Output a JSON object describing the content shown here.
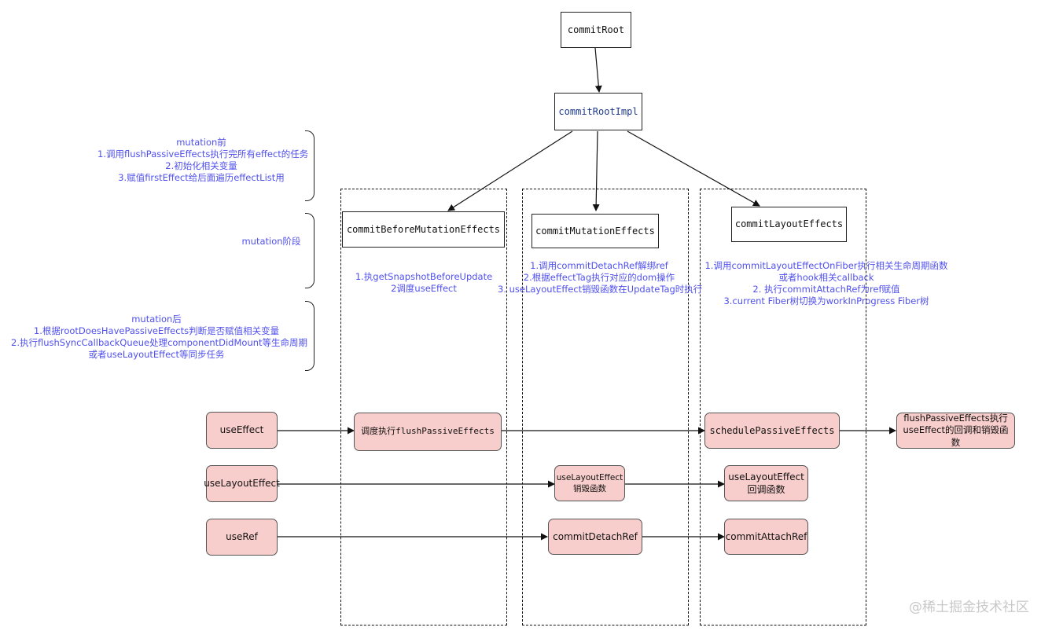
{
  "diagram": {
    "nodes": {
      "commit_root": "commitRoot",
      "commit_root_impl": "commitRootImpl",
      "before_mutation": "commitBeforeMutationEffects",
      "mutation": "commitMutationEffects",
      "layout": "commitLayoutEffects",
      "use_effect": "useEffect",
      "use_layout_effect": "useLayoutEffect",
      "use_ref": "useRef",
      "schedule_flush": "调度执行flushPassiveEffects",
      "schedule_passive": "schedulePassiveEffects",
      "flush_passive_result": "flushPassiveEffects执行useEffect的回调和销毁函数",
      "layout_destroy": "useLayoutEffect销毁函数",
      "layout_callback": "useLayoutEffect回调函数",
      "commit_detach_ref": "commitDetachRef",
      "commit_attach_ref": "commitAttachRef"
    },
    "phase_notes": {
      "before": [
        "mutation前",
        "1.调用flushPassiveEffects执行完所有effect的任务",
        "2.初始化相关变量",
        "3.赋值firstEffect给后面遍历effectList用"
      ],
      "during": [
        "mutation阶段"
      ],
      "after": [
        "mutation后",
        "1.根据rootDoesHavePassiveEffects判断是否赋值相关变量",
        "2.执行flushSyncCallbackQueue处理componentDidMount等生命周期",
        "或者useLayoutEffect等同步任务"
      ]
    },
    "column_notes": {
      "before_mutation": [
        "1.执getSnapshotBeforeUpdate",
        "2调度useEffect"
      ],
      "mutation": [
        "1.调用commitDetachRef解绑ref",
        "2.根据effectTag执行对应的dom操作",
        "3. useLayoutEffect销毁函数在UpdateTag时执行"
      ],
      "layout": [
        "1.调用commitLayoutEffectOnFiber执行相关生命周期函数",
        "或者hook相关callback",
        "2. 执行commitAttachRef为ref赋值",
        "3.current Fiber树切换为workInProgress Fiber树"
      ]
    },
    "watermark": "@稀土掘金技术社区"
  },
  "colors": {
    "hook_fill": "#f8cecc",
    "note_text": "#5050ee",
    "mono_blue": "#1f3a8a"
  }
}
